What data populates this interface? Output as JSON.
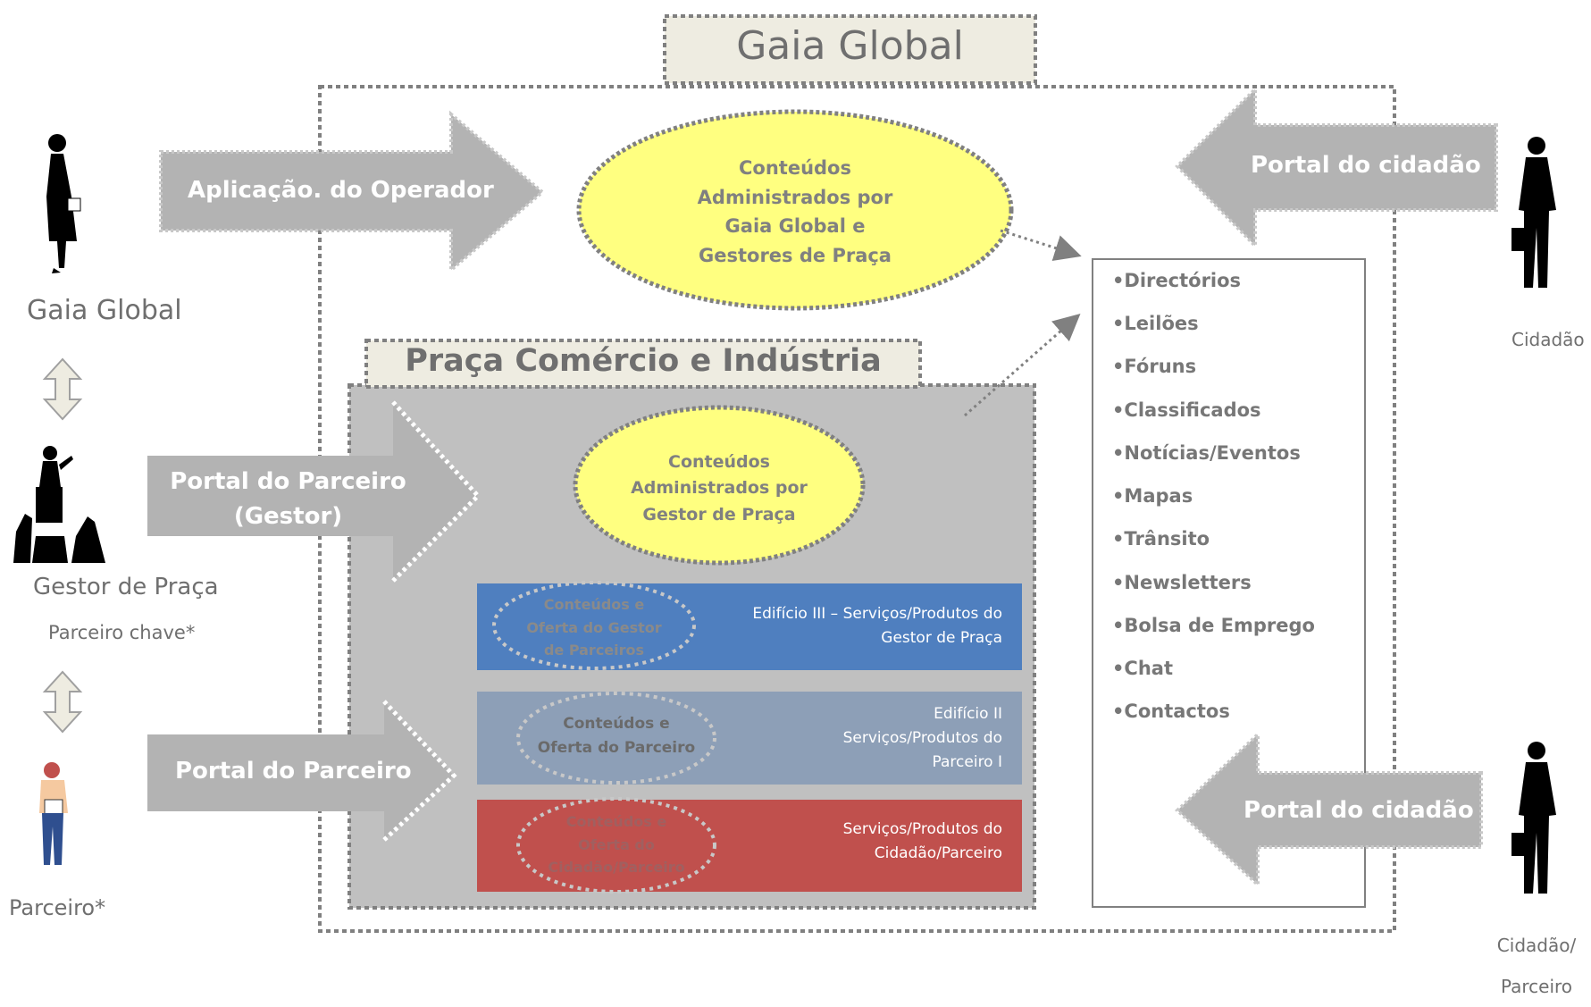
{
  "title": "Gaia Global",
  "praca_title": "Praça Comércio e Indústria",
  "arrows": {
    "operator": "Aplicação. do Operador",
    "partner_manager_line1": "Portal do Parceiro",
    "partner_manager_line2": "(Gestor)",
    "partner": "Portal do Parceiro",
    "citizen_top": "Portal do cidadão",
    "citizen_bottom": "Portal do cidadão"
  },
  "ellipses": {
    "global": [
      "Conteúdos",
      "Administrados por",
      "Gaia Global e",
      "Gestores de Praça"
    ],
    "manager": [
      "Conteúdos",
      "Administrados por",
      "Gestor de Praça"
    ]
  },
  "buildings": [
    {
      "oval": [
        "Conteúdos e",
        "Oferta do Gestor",
        "de Parceiros"
      ],
      "text": [
        "Edifício III – Serviços/Produtos do",
        "Gestor de Praça"
      ],
      "color": "#4f7fbf"
    },
    {
      "oval": [
        "Conteúdos e",
        "Oferta do Parceiro"
      ],
      "text": [
        "Edifício II",
        "Serviços/Produtos do",
        "Parceiro I"
      ],
      "color": "#8d9fb7"
    },
    {
      "oval": [
        "Conteúdos e",
        "Oferta do",
        "Cidadão/Parceiro"
      ],
      "text": [
        "Serviços/Produtos do",
        "Cidadão/Parceiro"
      ],
      "color": "#c0504d"
    }
  ],
  "services": [
    "•Directórios",
    "•Leilões",
    "•Fóruns",
    "•Classificados",
    "•Notícias/Eventos",
    "•Mapas",
    "•Trânsito",
    "•Newsletters",
    "•Bolsa de Emprego",
    "•Chat",
    "•Contactos"
  ],
  "actors": {
    "gaia_global": "Gaia Global",
    "gestor": "Gestor de Praça",
    "parceiro_chave": "Parceiro chave*",
    "parceiro": "Parceiro*",
    "cidadao": "Cidadão",
    "cidadao_parceiro_line1": "Cidadão/",
    "cidadao_parceiro_line2": "Parceiro"
  },
  "colors": {
    "arrow_gray": "#b3b3b3",
    "praca_bg": "#c0c0c0",
    "ellipse_yellow": "#ffff80",
    "title_box": "#eeece1"
  },
  "icons": [
    "businesswoman-icon",
    "speaker-crowd-icon",
    "worker-icon",
    "businessman-icon",
    "double-arrow-icon"
  ]
}
